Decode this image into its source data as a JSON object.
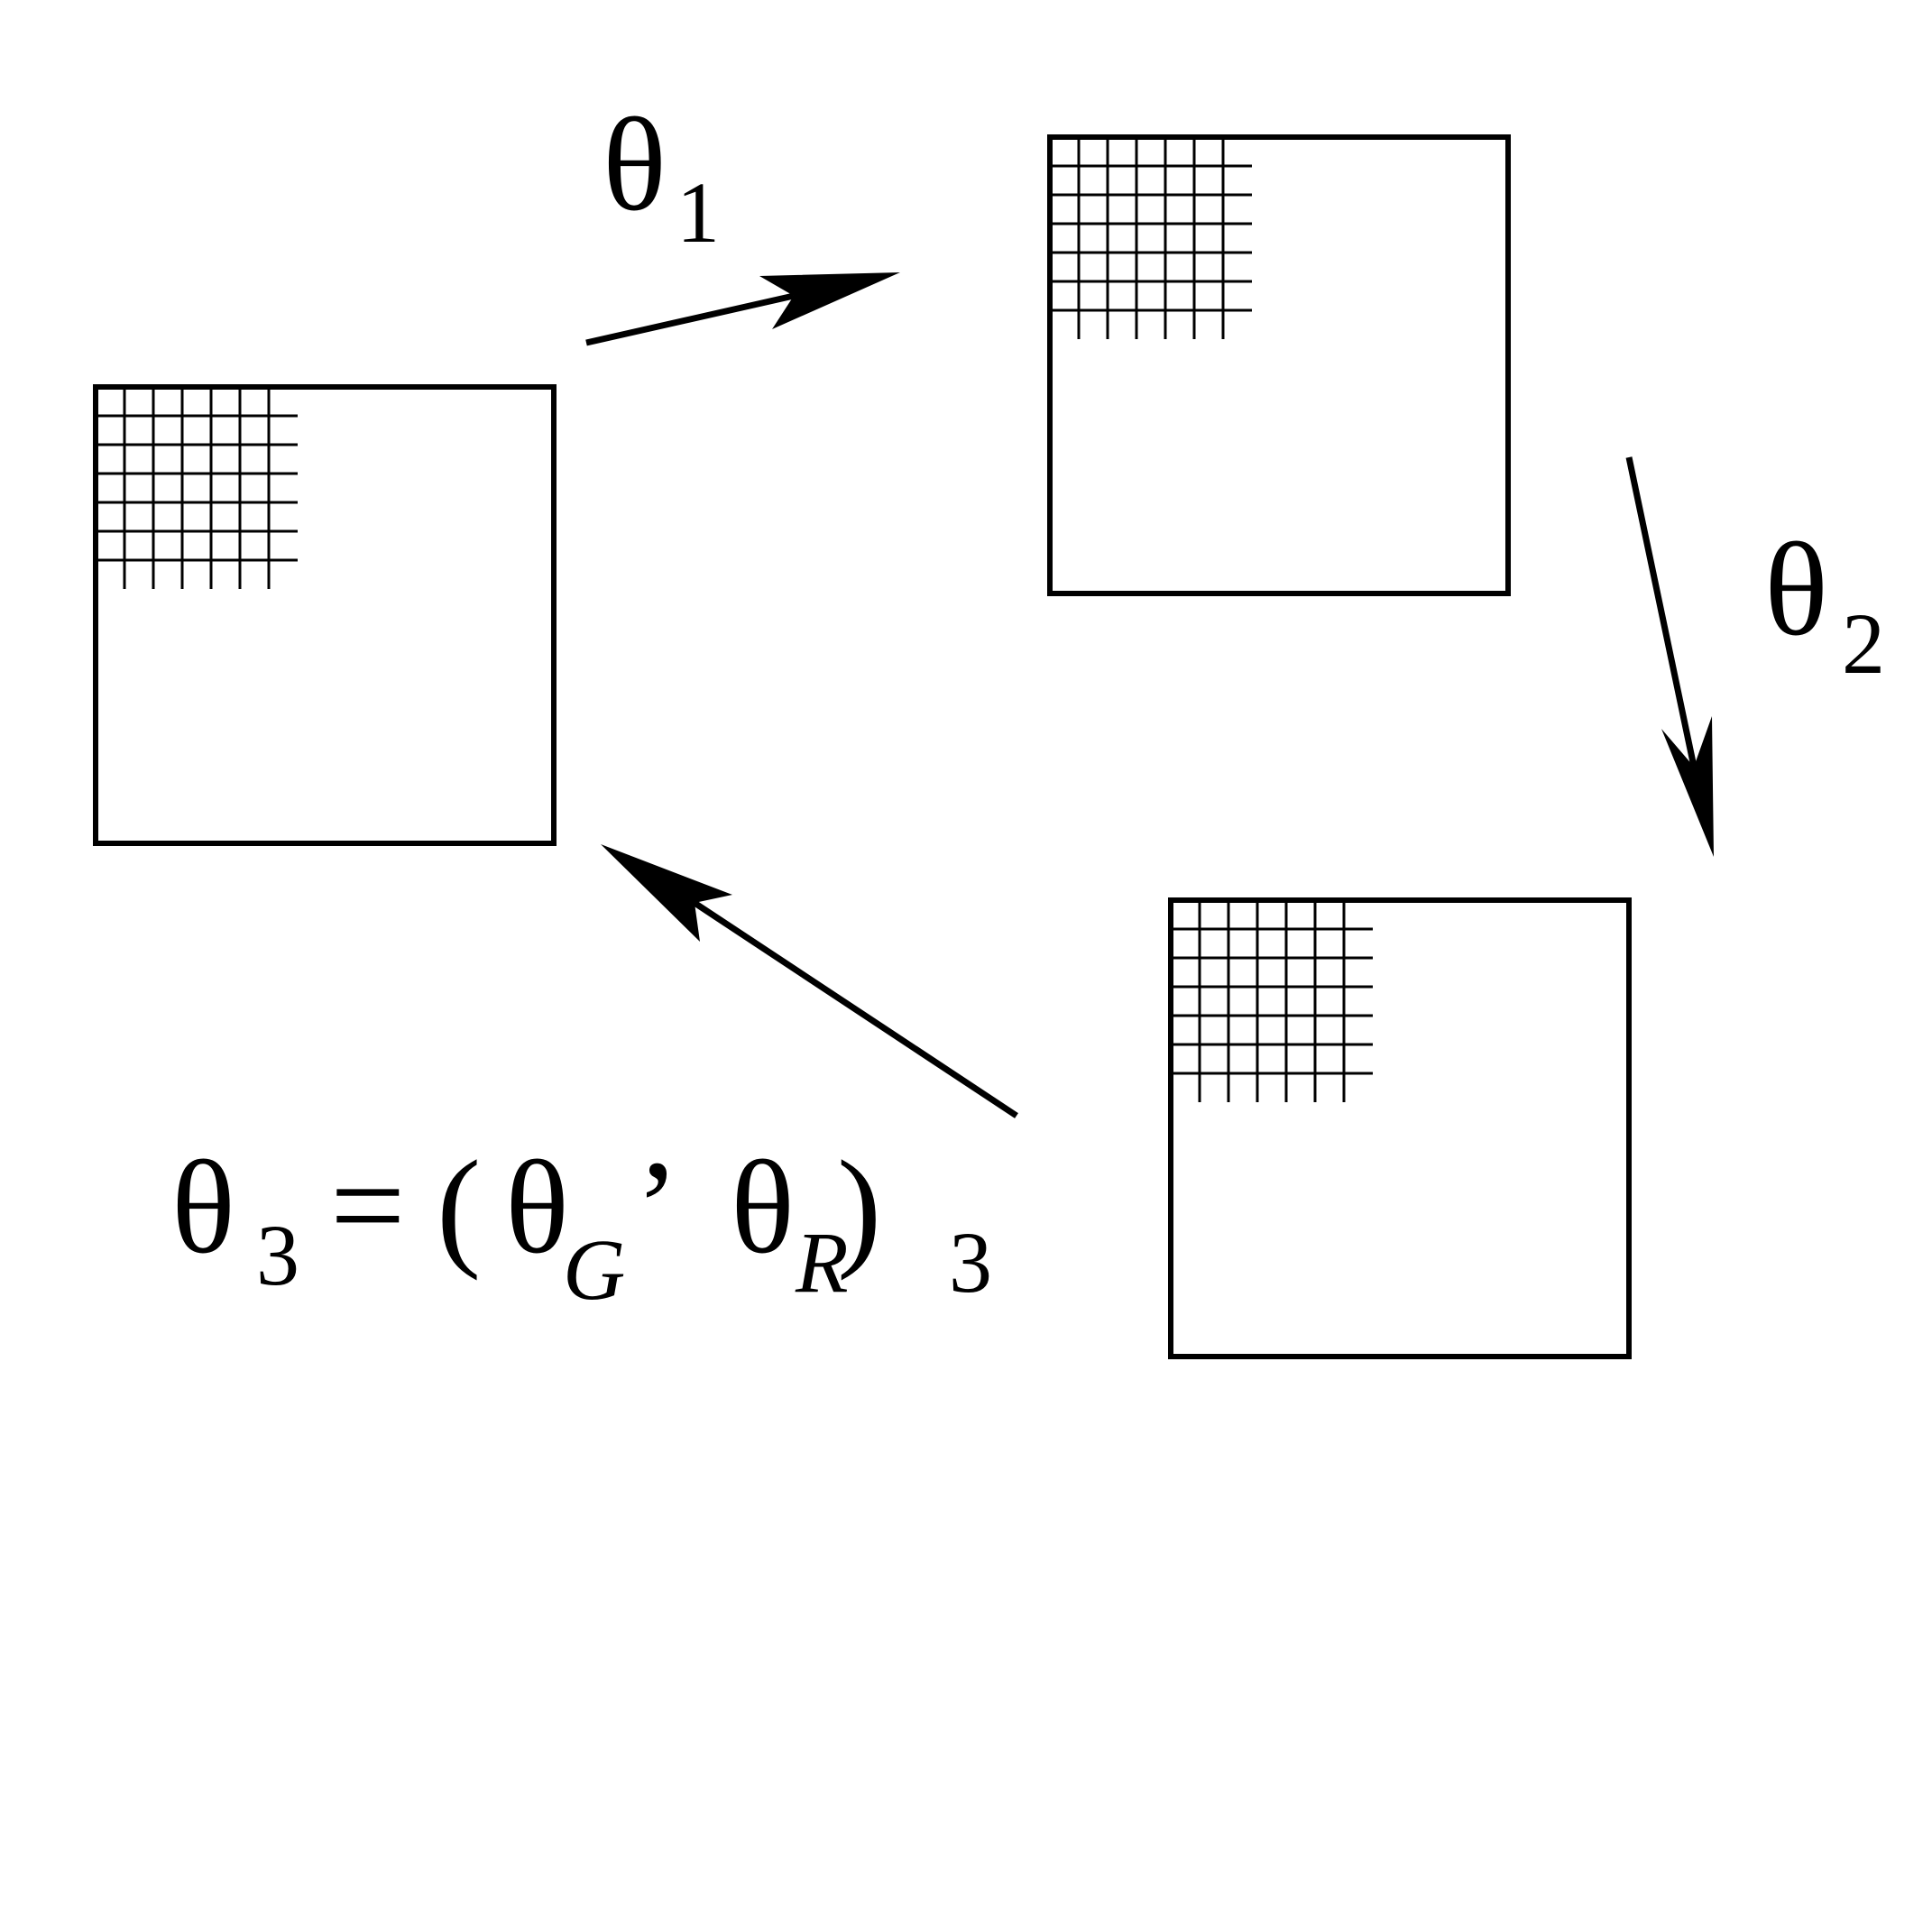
{
  "labels": {
    "theta1": {
      "symbol": "θ",
      "subscript": "1"
    },
    "theta2": {
      "symbol": "θ",
      "subscript": "2"
    },
    "theta3": {
      "symbol": "θ",
      "subscript": "3",
      "equals": "=",
      "open_paren": "(",
      "theta_g": "θ",
      "g_sub": "G",
      "comma": "’",
      "theta_r": "θ",
      "r_sub": "R",
      "close_paren": ")",
      "outer_sub": "3"
    }
  },
  "colors": {
    "stroke": "#000000",
    "background": "#ffffff"
  }
}
